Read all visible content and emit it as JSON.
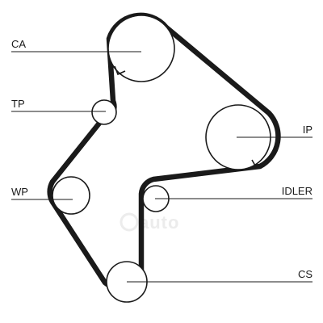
{
  "labels": {
    "ca": "CA",
    "tp": "TP",
    "ip": "IP",
    "wp": "WP",
    "idler": "IDLER",
    "cs": "CS"
  },
  "watermark": "auto"
}
